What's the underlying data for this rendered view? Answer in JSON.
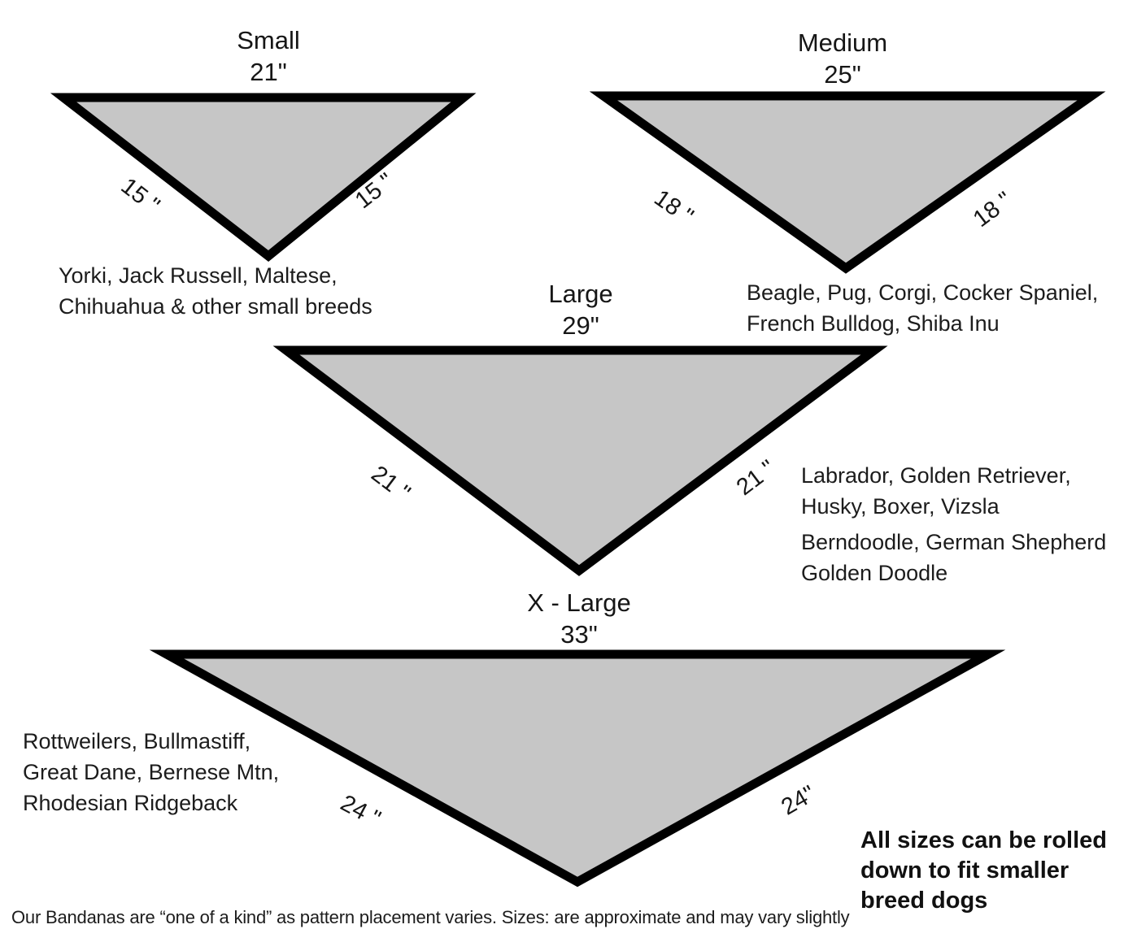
{
  "page": {
    "fill_color": "#c6c6c6",
    "border_color": "#000000"
  },
  "sizes": [
    {
      "id": "small",
      "name": "Small",
      "top_width": "21\"",
      "left_side": "15 \"",
      "right_side": "15 \"",
      "breeds_lines": [
        "Yorki, Jack Russell, Maltese,",
        "Chihuahua & other small breeds"
      ]
    },
    {
      "id": "medium",
      "name": "Medium",
      "top_width": "25\"",
      "left_side": "18 \"",
      "right_side": "18 \"",
      "breeds_lines": [
        "Beagle, Pug, Corgi, Cocker Spaniel,",
        "French Bulldog, Shiba Inu"
      ]
    },
    {
      "id": "large",
      "name": "Large",
      "top_width": "29\"",
      "left_side": "21 \"",
      "right_side": "21 \"",
      "breeds_lines": [
        "Labrador, Golden Retriever,",
        "Husky, Boxer, Vizsla",
        "Berndoodle, German Shepherd",
        "Golden Doodle"
      ]
    },
    {
      "id": "xlarge",
      "name": "X - Large",
      "top_width": "33\"",
      "left_side": "24 \"",
      "right_side": "24\"",
      "breeds_lines": [
        "Rottweilers, Bullmastiff,",
        "Great Dane, Bernese Mtn,",
        "Rhodesian Ridgeback"
      ]
    }
  ],
  "notes": {
    "rolled_lines": [
      "All sizes can be rolled",
      "down to fit smaller",
      "breed dogs"
    ],
    "footer": "Our Bandanas are “one of a kind” as pattern placement varies. Sizes: are approximate and may vary slightly"
  }
}
